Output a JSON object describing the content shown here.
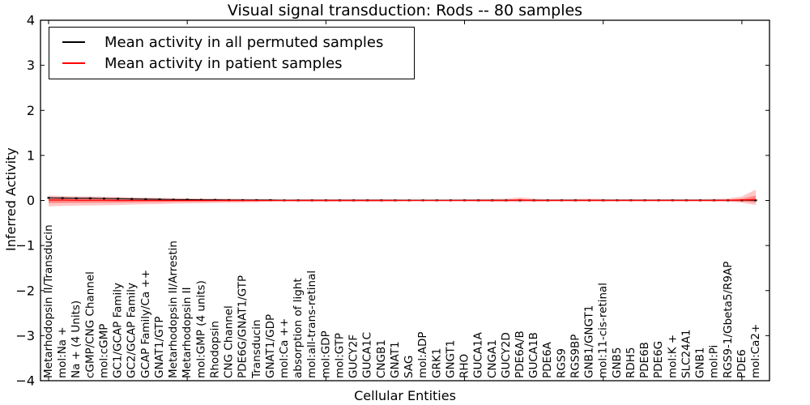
{
  "title": "Visual signal transduction: Rods -- 80 samples",
  "legend": {
    "items": [
      {
        "label": "Mean activity in all permuted samples",
        "color": "#000000"
      },
      {
        "label": "Mean activity in patient samples",
        "color": "#ff0000"
      }
    ]
  },
  "colors": {
    "frame": "#000000",
    "background": "#ffffff",
    "permuted_line": "#000000",
    "patient_line": "#ff0000",
    "band_fill": "#ff0000"
  },
  "chart_data": {
    "type": "line",
    "title": "Visual signal transduction: Rods -- 80 samples",
    "xlabel": "Cellular Entities",
    "ylabel": "Inferred Activity",
    "ylim": [
      -4,
      4
    ],
    "yticks": [
      -4,
      -3,
      -2,
      -1,
      0,
      1,
      2,
      3,
      4
    ],
    "ytick_labels": [
      "−4",
      "−3",
      "−2",
      "−1",
      "0",
      "1",
      "2",
      "3",
      "4"
    ],
    "xtick_positions": [
      0,
      10,
      20,
      30,
      40,
      50
    ],
    "grid": false,
    "legend_position": "upper left",
    "categories": [
      "Metarhodopsin II/Transducin",
      "mol:Na +",
      "Na + (4 Units)",
      "cGMP/CNG Channel",
      "mol:cGMP",
      "GC1/GCAP Family",
      "GC2/GCAP Family",
      "GCAP Family/Ca ++",
      "GNAT1/GTP",
      "Metarhodopsin II/Arrestin",
      "Metarhodopsin II",
      "mol:GMP (4 units)",
      "Rhodopsin",
      "CNG Channel",
      "PDE6G/GNAT1/GTP",
      "Transducin",
      "GNAT1/GDP",
      "mol:Ca ++",
      "absorption of light",
      "mol:all-trans-retinal",
      "mol:GDP",
      "mol:GTP",
      "GUCY2F",
      "GUCA1C",
      "CNGB1",
      "GNAT1",
      "SAG",
      "mol:ADP",
      "GRK1",
      "GNGT1",
      "RHO",
      "GUCA1A",
      "CNGA1",
      "GUCY2D",
      "PDE6A/B",
      "GUCA1B",
      "PDE6A",
      "RGS9",
      "RGS9BP",
      "GNB1/GNGT1",
      "mol:11-cis-retinal",
      "GNB5",
      "RDH5",
      "PDE6B",
      "PDE6G",
      "mol:K +",
      "SLC24A1",
      "GNB1",
      "mol:Pi",
      "RGS9-1/Gbeta5/R9AP",
      "PDE6",
      "mol:Ca2+"
    ],
    "series": [
      {
        "name": "Mean activity in all permuted samples",
        "color": "#000000",
        "marker": "square",
        "values": [
          0.06,
          0.055,
          0.05,
          0.05,
          0.045,
          0.04,
          0.035,
          0.03,
          0.025,
          0.02,
          0.02,
          0.015,
          0.015,
          0.01,
          0.01,
          0.01,
          0.01,
          0.005,
          0.005,
          0.005,
          0.005,
          0.005,
          0.005,
          0.005,
          0.005,
          0.005,
          0.005,
          0.005,
          0.005,
          0.005,
          0.005,
          0.005,
          0.005,
          0.005,
          0.005,
          0.005,
          0.005,
          0.005,
          0.005,
          0.005,
          0.005,
          0.005,
          0.005,
          0.005,
          0.005,
          0.005,
          0.005,
          0.005,
          0.005,
          0.005,
          0.005,
          0.005
        ]
      },
      {
        "name": "Mean activity in patient samples",
        "color": "#ff0000",
        "marker": "none",
        "values": [
          0.01,
          0.01,
          0.005,
          0.005,
          0.005,
          0.0,
          0.0,
          0.0,
          0.0,
          0.0,
          0.0,
          0.0,
          0.0,
          0.0,
          0.0,
          0.0,
          0.0,
          0.0,
          0.0,
          0.0,
          0.0,
          0.0,
          0.0,
          0.0,
          0.0,
          0.0,
          0.0,
          0.0,
          0.0,
          0.0,
          0.0,
          0.0,
          0.0,
          0.0,
          0.01,
          0.0,
          0.0,
          0.0,
          0.0,
          0.005,
          0.0,
          0.0,
          0.0,
          0.0,
          0.0,
          0.0,
          0.0,
          0.0,
          0.0,
          0.005,
          0.01,
          0.02
        ]
      }
    ],
    "band": {
      "name": "patient samples spread",
      "color": "#ff0000",
      "outer_opacity": 0.22,
      "inner_opacity": 0.32,
      "upper": [
        0.11,
        0.1,
        0.095,
        0.09,
        0.085,
        0.08,
        0.07,
        0.065,
        0.06,
        0.055,
        0.05,
        0.045,
        0.04,
        0.04,
        0.035,
        0.03,
        0.025,
        0.02,
        0.03,
        0.03,
        0.03,
        0.03,
        0.03,
        0.03,
        0.03,
        0.025,
        0.02,
        0.02,
        0.02,
        0.02,
        0.025,
        0.03,
        0.035,
        0.04,
        0.07,
        0.04,
        0.03,
        0.03,
        0.035,
        0.04,
        0.035,
        0.03,
        0.03,
        0.03,
        0.03,
        0.03,
        0.03,
        0.03,
        0.035,
        0.045,
        0.09,
        0.24
      ],
      "lower": [
        -0.13,
        -0.12,
        -0.115,
        -0.11,
        -0.105,
        -0.1,
        -0.09,
        -0.085,
        -0.08,
        -0.07,
        -0.065,
        -0.06,
        -0.055,
        -0.05,
        -0.045,
        -0.04,
        -0.03,
        -0.025,
        -0.03,
        -0.03,
        -0.03,
        -0.03,
        -0.03,
        -0.03,
        -0.03,
        -0.025,
        -0.02,
        -0.02,
        -0.02,
        -0.02,
        -0.02,
        -0.025,
        -0.03,
        -0.03,
        -0.035,
        -0.03,
        -0.025,
        -0.02,
        -0.025,
        -0.03,
        -0.025,
        -0.02,
        -0.02,
        -0.02,
        -0.02,
        -0.02,
        -0.02,
        -0.02,
        -0.025,
        -0.03,
        -0.05,
        -0.1
      ]
    }
  }
}
